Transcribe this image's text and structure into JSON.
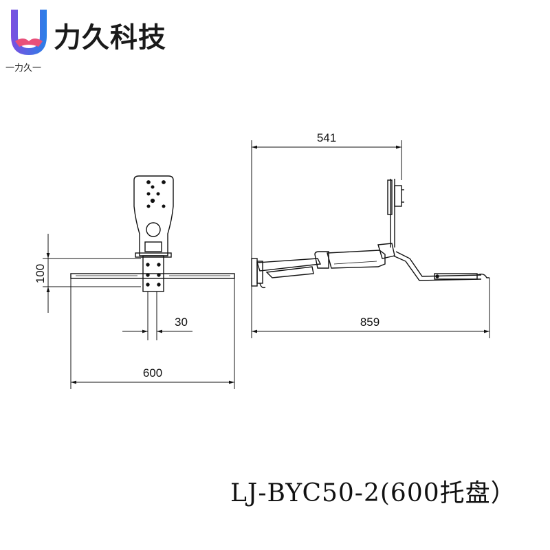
{
  "brand": {
    "name": "力久科技",
    "tagline": "一力久一",
    "colors": {
      "u_left": "#7b4fe0",
      "u_right": "#2a7fe8",
      "hands": "#e8507a"
    }
  },
  "dimensions": {
    "front_height": "100",
    "front_post_width": "30",
    "front_tray_width": "600",
    "side_top": "541",
    "side_total": "859"
  },
  "model": {
    "label": "LJ-BYC50-2(600托盘）"
  }
}
